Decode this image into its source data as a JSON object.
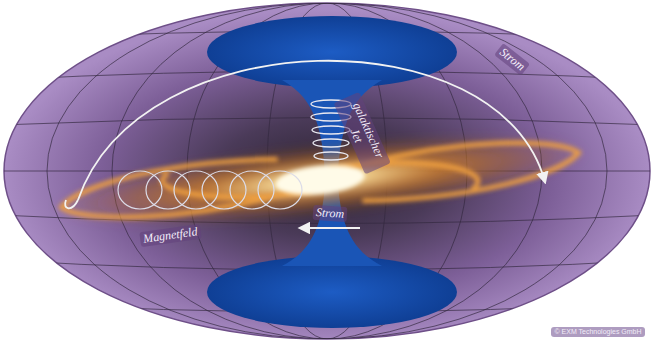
{
  "diagram": {
    "labels": [
      "Strom",
      "galaktischer Jet",
      "Strom",
      "Magnetfeld",
      "© EXM Technologies GmbH"
    ]
  }
}
